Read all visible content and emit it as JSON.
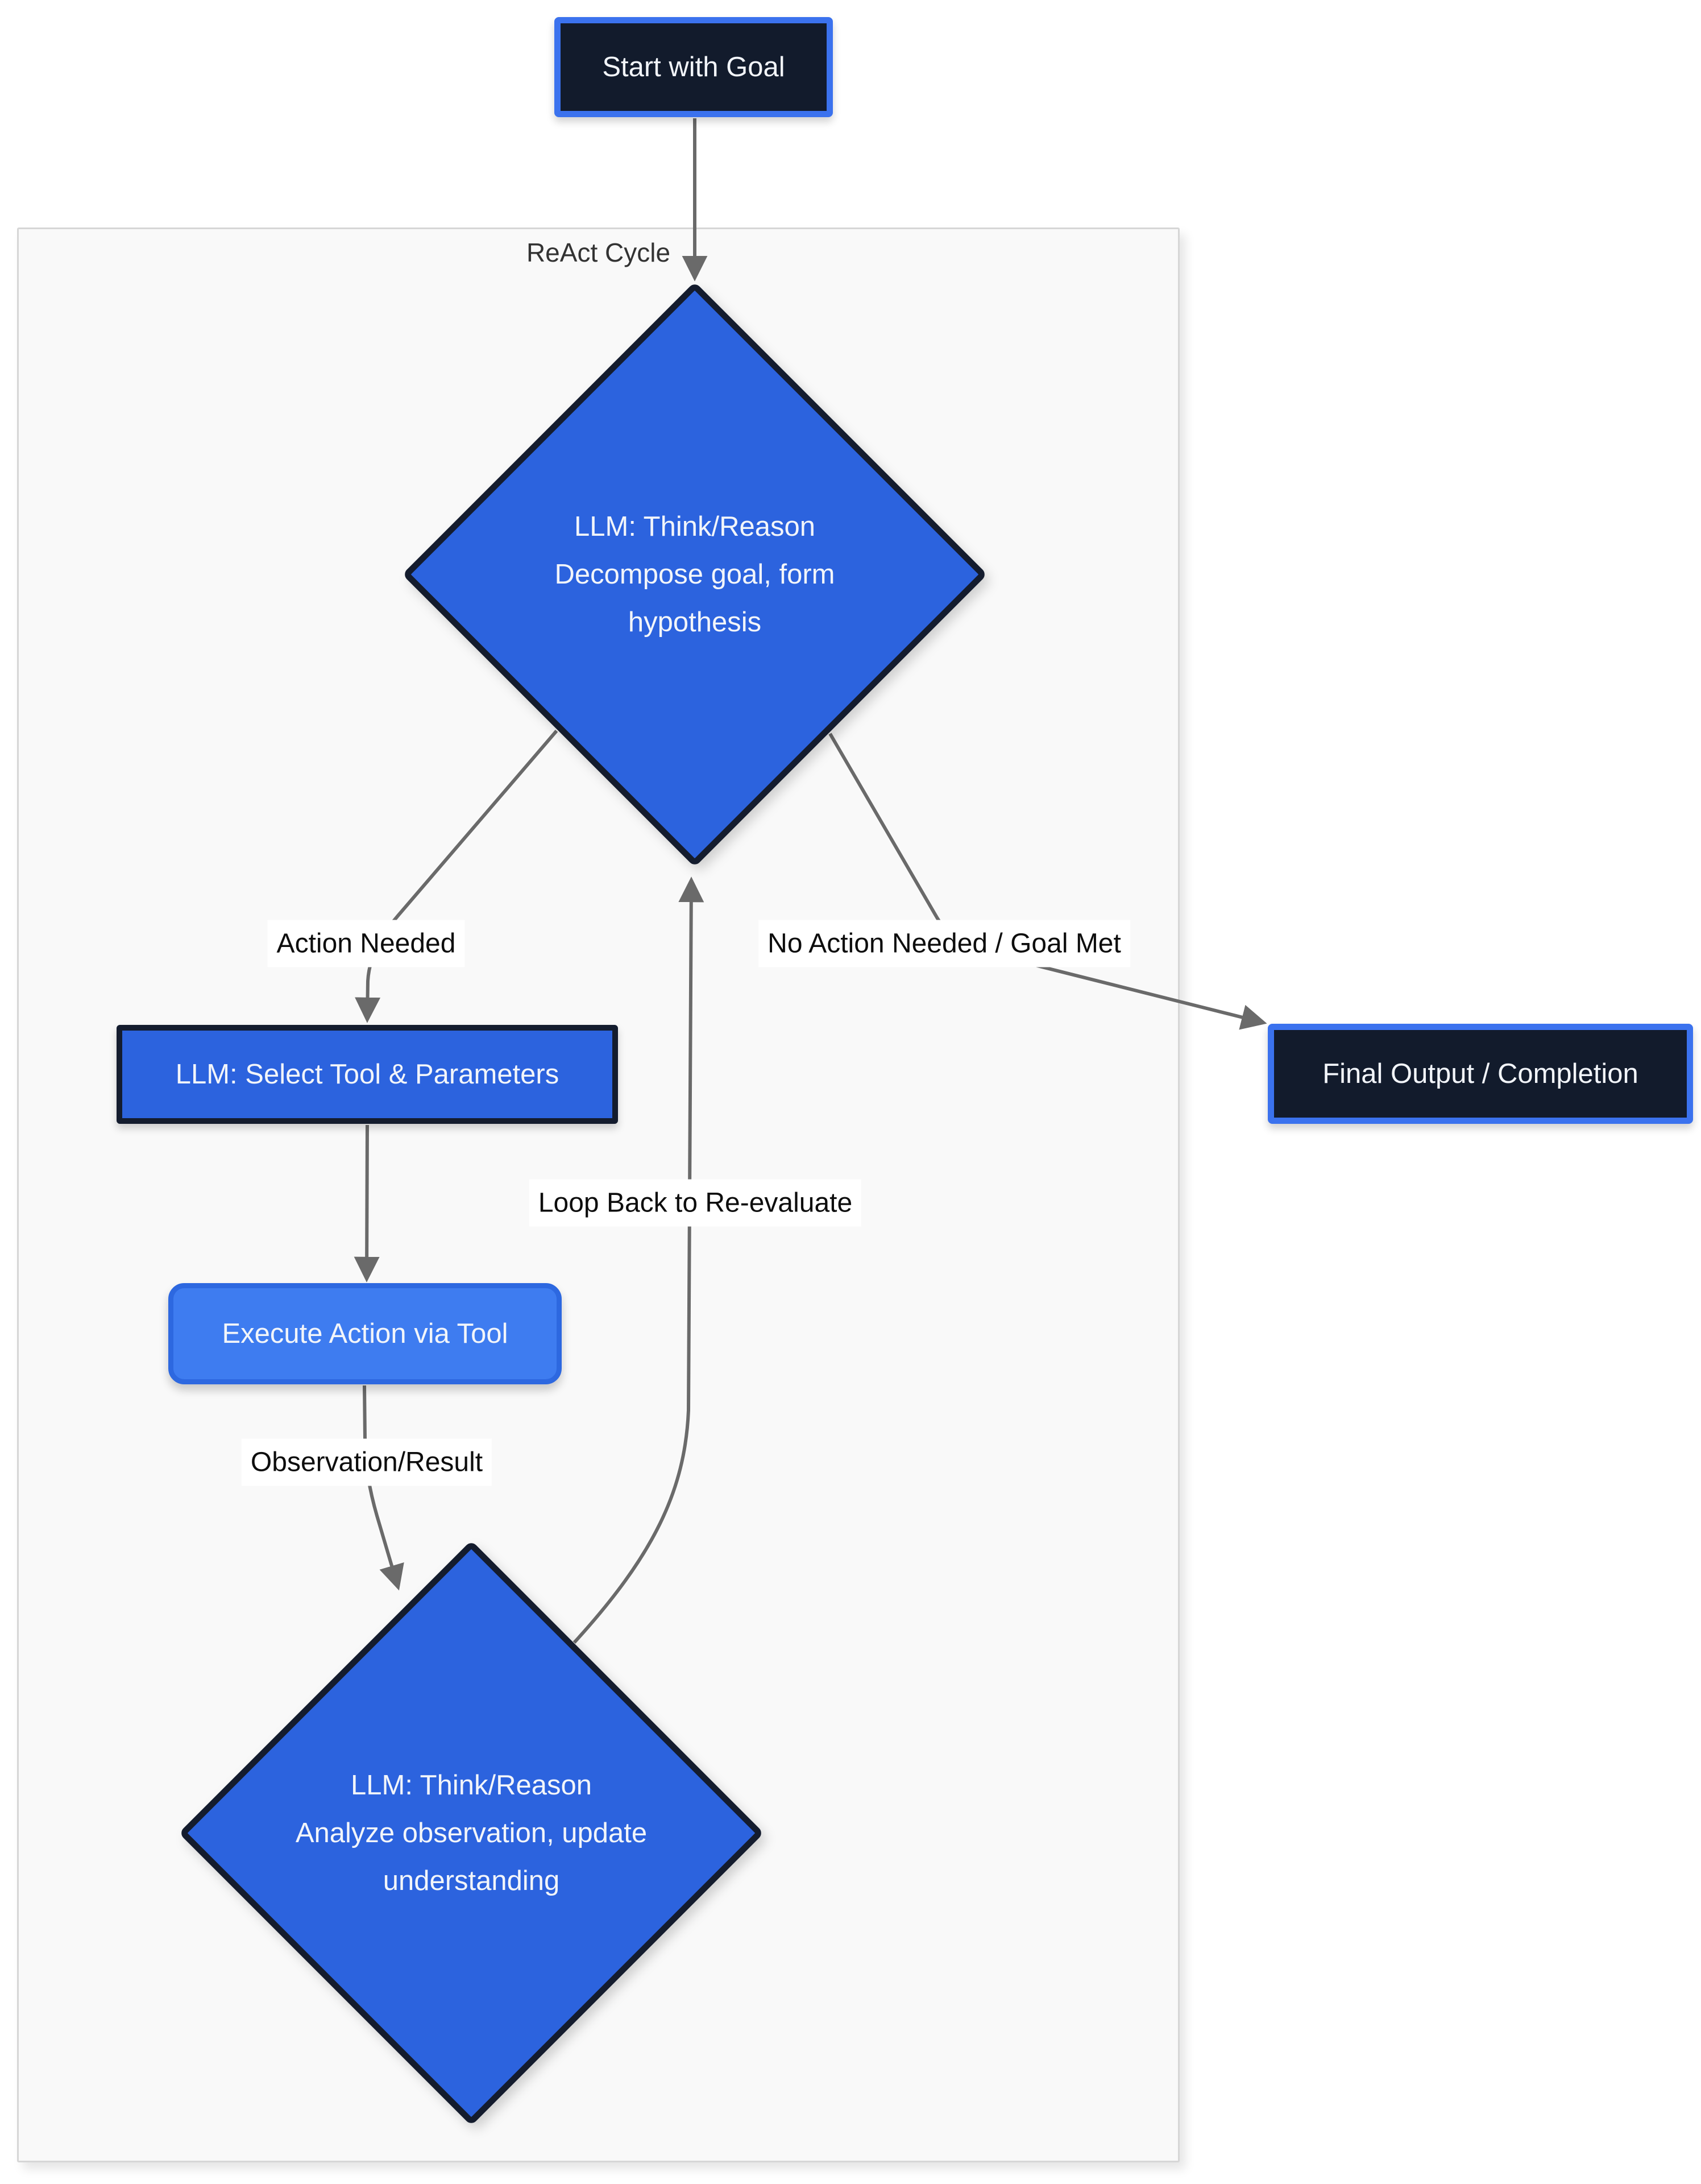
{
  "diagram": {
    "type": "flowchart",
    "container_title": "ReAct Cycle",
    "nodes": {
      "start": {
        "label": "Start with Goal",
        "shape": "rect",
        "style": "dark"
      },
      "think_reason": {
        "shape": "diamond",
        "lines": [
          "LLM: Think/Reason",
          "Decompose goal, form",
          "hypothesis"
        ]
      },
      "select_tool": {
        "label": "LLM: Select Tool & Parameters",
        "shape": "rect",
        "style": "blue"
      },
      "execute": {
        "label": "Execute Action via Tool",
        "shape": "rounded-rect",
        "style": "light-blue"
      },
      "analyze": {
        "shape": "diamond",
        "lines": [
          "LLM: Think/Reason",
          "Analyze observation, update",
          "understanding"
        ]
      },
      "final": {
        "label": "Final Output / Completion",
        "shape": "rect",
        "style": "dark"
      }
    },
    "edge_labels": {
      "action_needed": "Action Needed",
      "no_action": "No Action Needed / Goal Met",
      "loop_back": "Loop Back to Re-evaluate",
      "observation": "Observation/Result"
    },
    "colors": {
      "node_blue": "#2c63de",
      "node_light_blue": "#3e7cf0",
      "node_light_blue_border": "#2d68e0",
      "node_dark": "#121b2c",
      "node_dark_border": "#3b72ee",
      "diamond_border": "#141c2e",
      "edge": "#6a6a6a",
      "container_bg": "#f9f9f9",
      "container_border": "#d6d6d6",
      "edge_label_bg": "#ffffff",
      "edge_label_text": "#0d0d0d",
      "node_text": "#f2f5fa",
      "title_text": "#333333"
    }
  }
}
